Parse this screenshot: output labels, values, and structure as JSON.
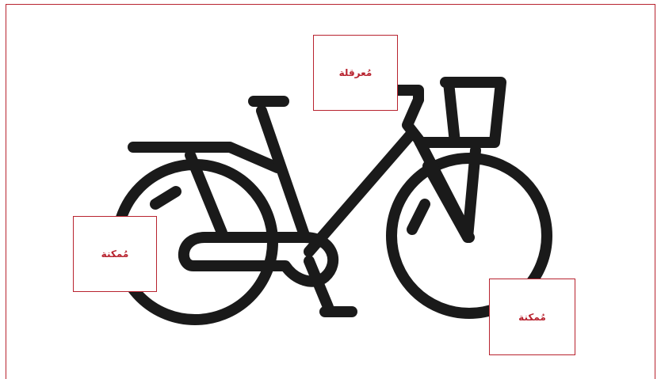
{
  "labels": {
    "handlebar": "مُعرقلة",
    "rear_wheel": "مُمكنة",
    "front_wheel": "مُمكنة"
  },
  "colors": {
    "accent": "#b8232f",
    "line": "#1a1a1a"
  },
  "icon": "bicycle-icon"
}
